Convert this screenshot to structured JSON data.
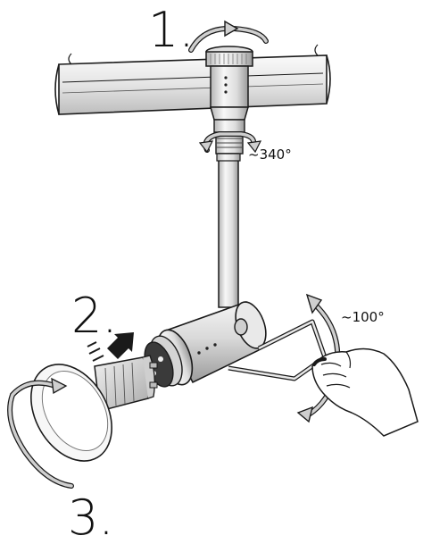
{
  "steps": {
    "step1": "1.",
    "step2": "2.",
    "step3": "3."
  },
  "angles": {
    "rotation_top": "~340°",
    "tilt": "~100°"
  },
  "colors": {
    "line": "#1a1a1a",
    "metal_light": "#f2f2f2",
    "metal_mid": "#cfcfcf",
    "metal_dark": "#8c8c8c",
    "arrow_fill": "#c8c8c8"
  }
}
